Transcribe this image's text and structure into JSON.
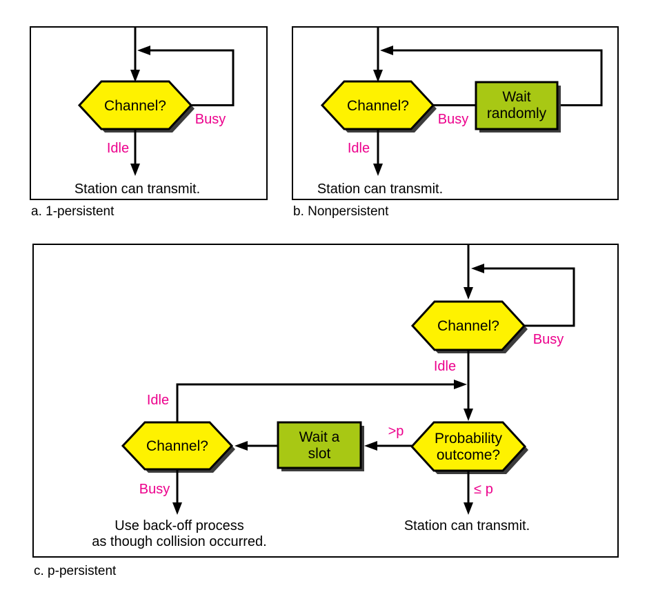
{
  "colors": {
    "yellow": "#FEF200",
    "green": "#A8C814",
    "magenta": "#EC008C",
    "shadow": "#3C3C3C",
    "line": "#000000"
  },
  "panels": {
    "a": {
      "caption": "a. 1-persistent",
      "channel": "Channel?",
      "busy": "Busy",
      "idle": "Idle",
      "result": "Station can transmit."
    },
    "b": {
      "caption": "b. Nonpersistent",
      "channel": "Channel?",
      "busy": "Busy",
      "idle": "Idle",
      "wait_line1": "Wait",
      "wait_line2": "randomly",
      "result": "Station can transmit."
    },
    "c": {
      "caption": "c. p-persistent",
      "channel_top": "Channel?",
      "busy_top": "Busy",
      "idle_top": "Idle",
      "probability_line1": "Probability",
      "probability_line2": "outcome?",
      "greater_p": ">p",
      "less_equal_p": "≤ p",
      "wait_line1": "Wait a",
      "wait_line2": "slot",
      "channel_left": "Channel?",
      "idle_left": "Idle",
      "busy_left": "Busy",
      "result": "Station can transmit.",
      "backoff_line1": "Use back-off process",
      "backoff_line2": "as though collision occurred."
    }
  }
}
